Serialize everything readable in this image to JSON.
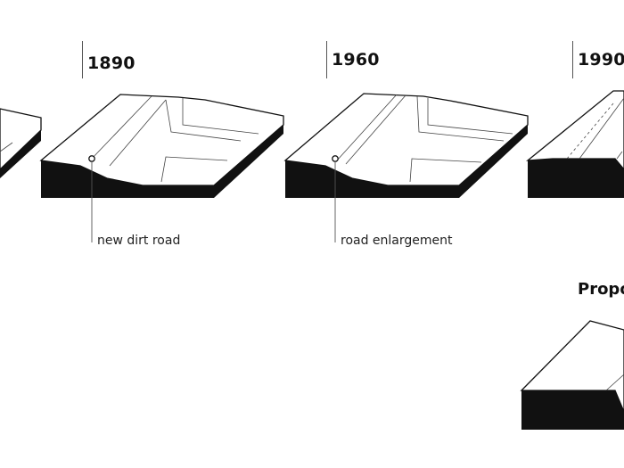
{
  "stages": [
    {
      "year": "1890",
      "annotation": "new  dirt road"
    },
    {
      "year": "1960",
      "annotation": "road enlargement"
    },
    {
      "year": "1990"
    }
  ],
  "proposal_title": "Propo",
  "colors": {
    "ink": "#111111",
    "line": "#555555",
    "fill": "#ffffff"
  }
}
